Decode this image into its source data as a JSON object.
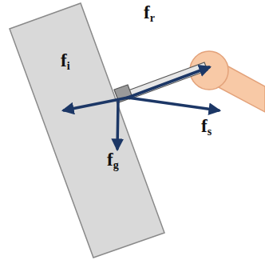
{
  "diagram": {
    "labels": [
      "fr",
      "fi",
      "fg",
      "fs"
    ]
  }
}
